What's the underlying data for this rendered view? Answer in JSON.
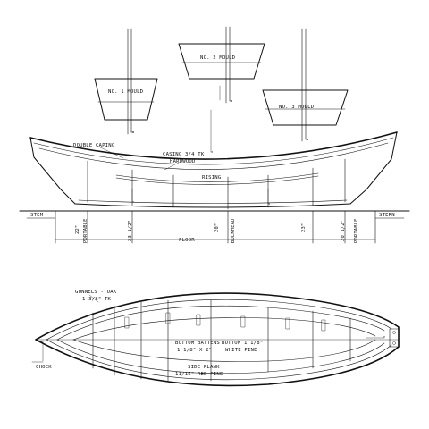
{
  "moulds": {
    "mould1": "NO. 1 MOULD",
    "mould2": "NO. 2 MOULD",
    "mould3": "NO. 3 MOULD"
  },
  "elevation": {
    "double_caping": "DOUBLE CAPING",
    "casing_line1": "CASING 3/4 TK",
    "casing_line2": "HARDWOOD",
    "rising": "RISING",
    "stem": "STEM",
    "stern": "STERN",
    "floor": "FLOOR",
    "dim_22": "22\"",
    "portable_left": "PORTABLE",
    "dim_23_half": "23 1/2\"",
    "dim_20": "20\"",
    "bulkhead": "BULKHEAD",
    "dim_23": "23\"",
    "dim_20_half": "20 1/2\"",
    "portable_right": "PORTABLE"
  },
  "plan": {
    "gunnels_line1": "GUNNELS - OAK",
    "gunnels_line2": "1 3/8\" TK",
    "chock": "CHOCK",
    "bottom_battens_line1": "BOTTOM BATTENS",
    "bottom_battens_line2": "1 1/8\" X 2\"",
    "bottom_line1": "BOTTOM 1 1/8\"",
    "bottom_line2": "WHITE PINE",
    "side_plank_line1": "SIDE PLANK",
    "side_plank_line2": "11/16\" RED PINE"
  }
}
